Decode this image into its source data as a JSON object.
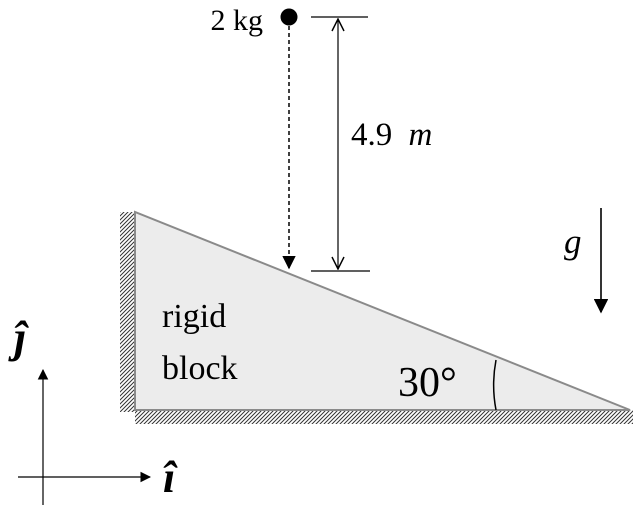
{
  "mass": {
    "label": "2 kg"
  },
  "drop_height": {
    "value": "4.9",
    "unit": "m"
  },
  "gravity": {
    "label": "g"
  },
  "block": {
    "line1": "rigid",
    "line2": "block"
  },
  "incline": {
    "angle_label": "30°"
  },
  "axes": {
    "j_label": "ĵ",
    "i_label": "î"
  },
  "colors": {
    "block_fill": "#ececec",
    "block_stroke": "#8a8a8a",
    "ink": "#000000"
  }
}
